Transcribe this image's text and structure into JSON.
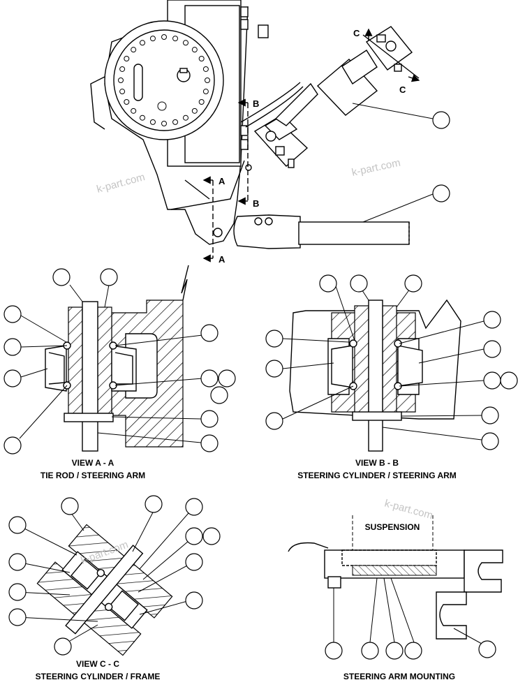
{
  "watermark": "k-part.com",
  "main_view": {
    "section_markers": [
      "A",
      "A",
      "B",
      "B",
      "C",
      "C"
    ]
  },
  "views": {
    "aa": {
      "title": "VIEW A - A",
      "subtitle": "TIE ROD / STEERING ARM"
    },
    "bb": {
      "title": "VIEW B - B",
      "subtitle": "STEERING CYLINDER / STEERING ARM"
    },
    "cc": {
      "title": "VIEW C - C",
      "subtitle": "STEERING CYLINDER / FRAME"
    },
    "mount": {
      "title": "STEERING ARM MOUNTING",
      "suspension_label": "SUSPENSION"
    }
  }
}
